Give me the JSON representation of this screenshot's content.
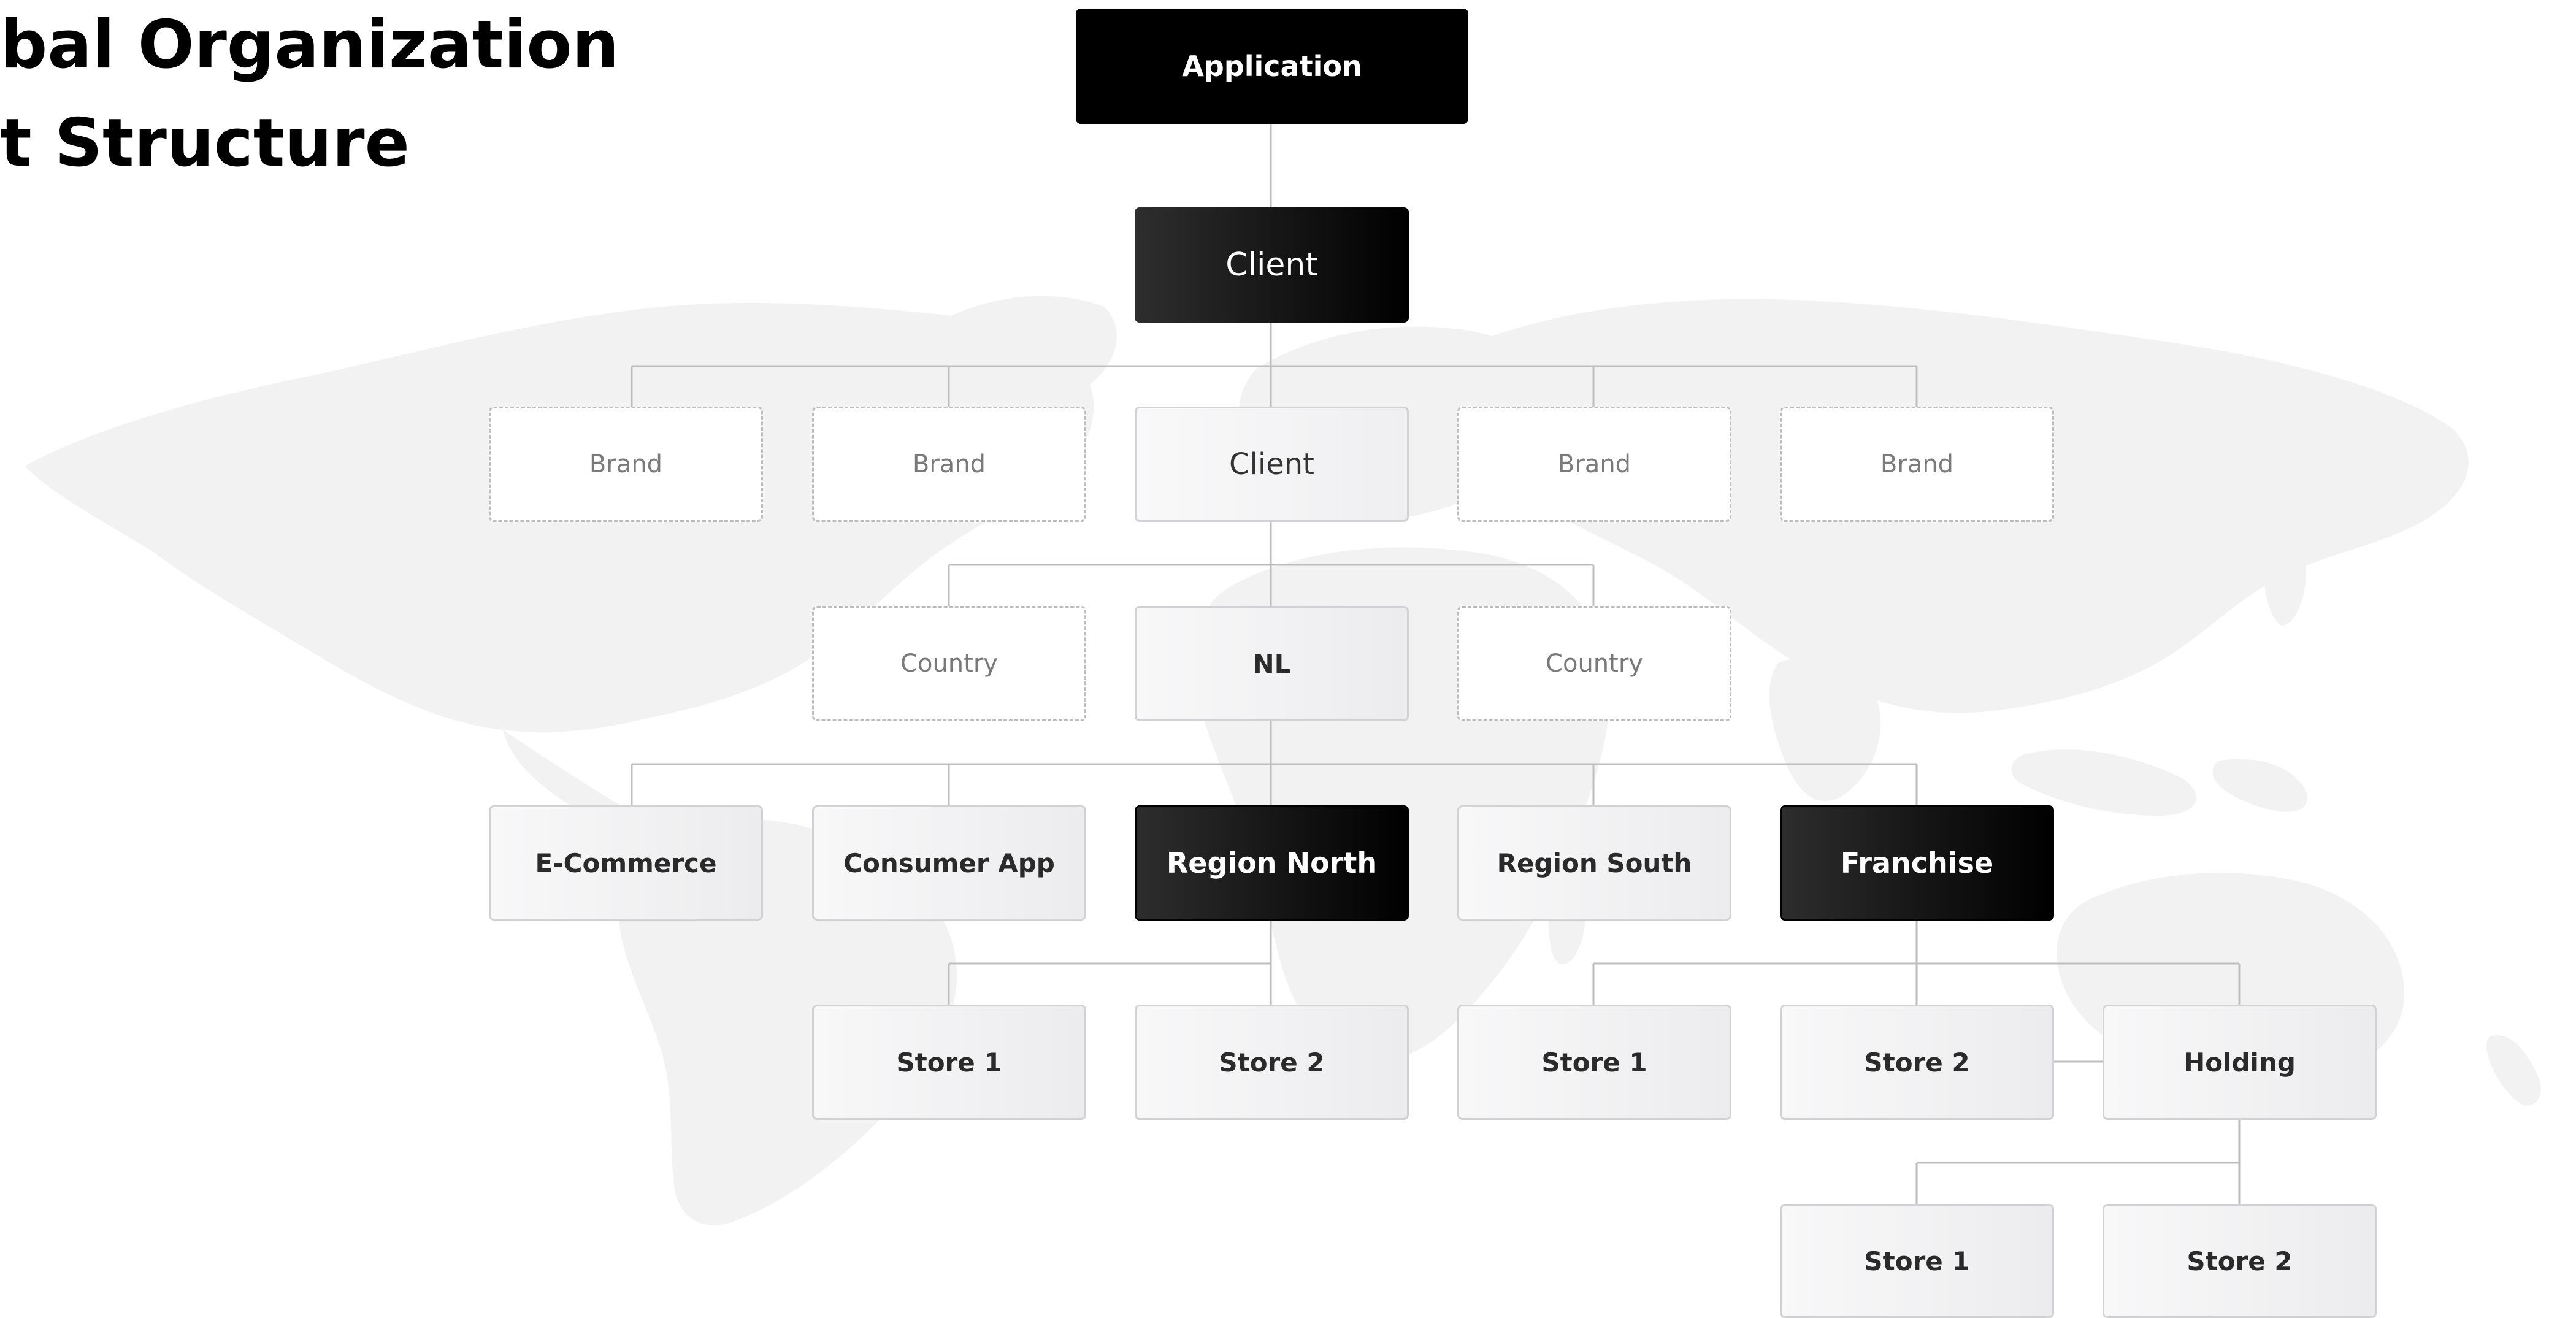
{
  "title": {
    "line1": "bal Organization",
    "line2": "t Structure"
  },
  "nodes": {
    "application": "Application",
    "client_top": "Client",
    "brand_1": "Brand",
    "brand_2": "Brand",
    "client_mid": "Client",
    "brand_3": "Brand",
    "brand_4": "Brand",
    "country_1": "Country",
    "nl": "NL",
    "country_2": "Country",
    "ecommerce": "E-Commerce",
    "consumer_app": "Consumer App",
    "region_north": "Region North",
    "region_south": "Region South",
    "franchise": "Franchise",
    "north_store_1": "Store 1",
    "north_store_2": "Store 2",
    "franchise_store_1": "Store 1",
    "franchise_store_2": "Store 2",
    "holding": "Holding",
    "holding_store_1": "Store 1",
    "holding_store_2": "Store 2"
  },
  "colors": {
    "dark_node": "#000000",
    "light_node": "#f3f3f4",
    "connector": "#bdbdbd",
    "map": "#f2f2f3"
  },
  "background": "world-map-silhouette"
}
